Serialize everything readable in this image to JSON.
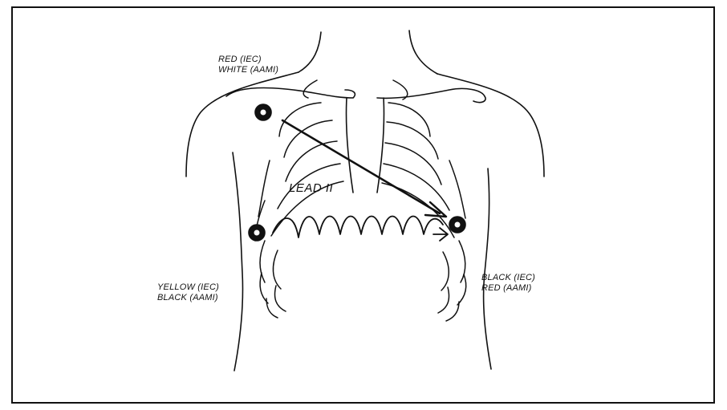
{
  "diagram": {
    "electrodes": {
      "right_arm": {
        "line1": "RED (IEC)",
        "line2": "WHITE (AAMI)"
      },
      "left_leg": {
        "line1": "BLACK (IEC)",
        "line2": "RED (AAMI)"
      },
      "right_leg": {
        "line1": "YELLOW (IEC)",
        "line2": "BLACK (AAMI)"
      }
    },
    "lead_label": "LEAD II"
  }
}
